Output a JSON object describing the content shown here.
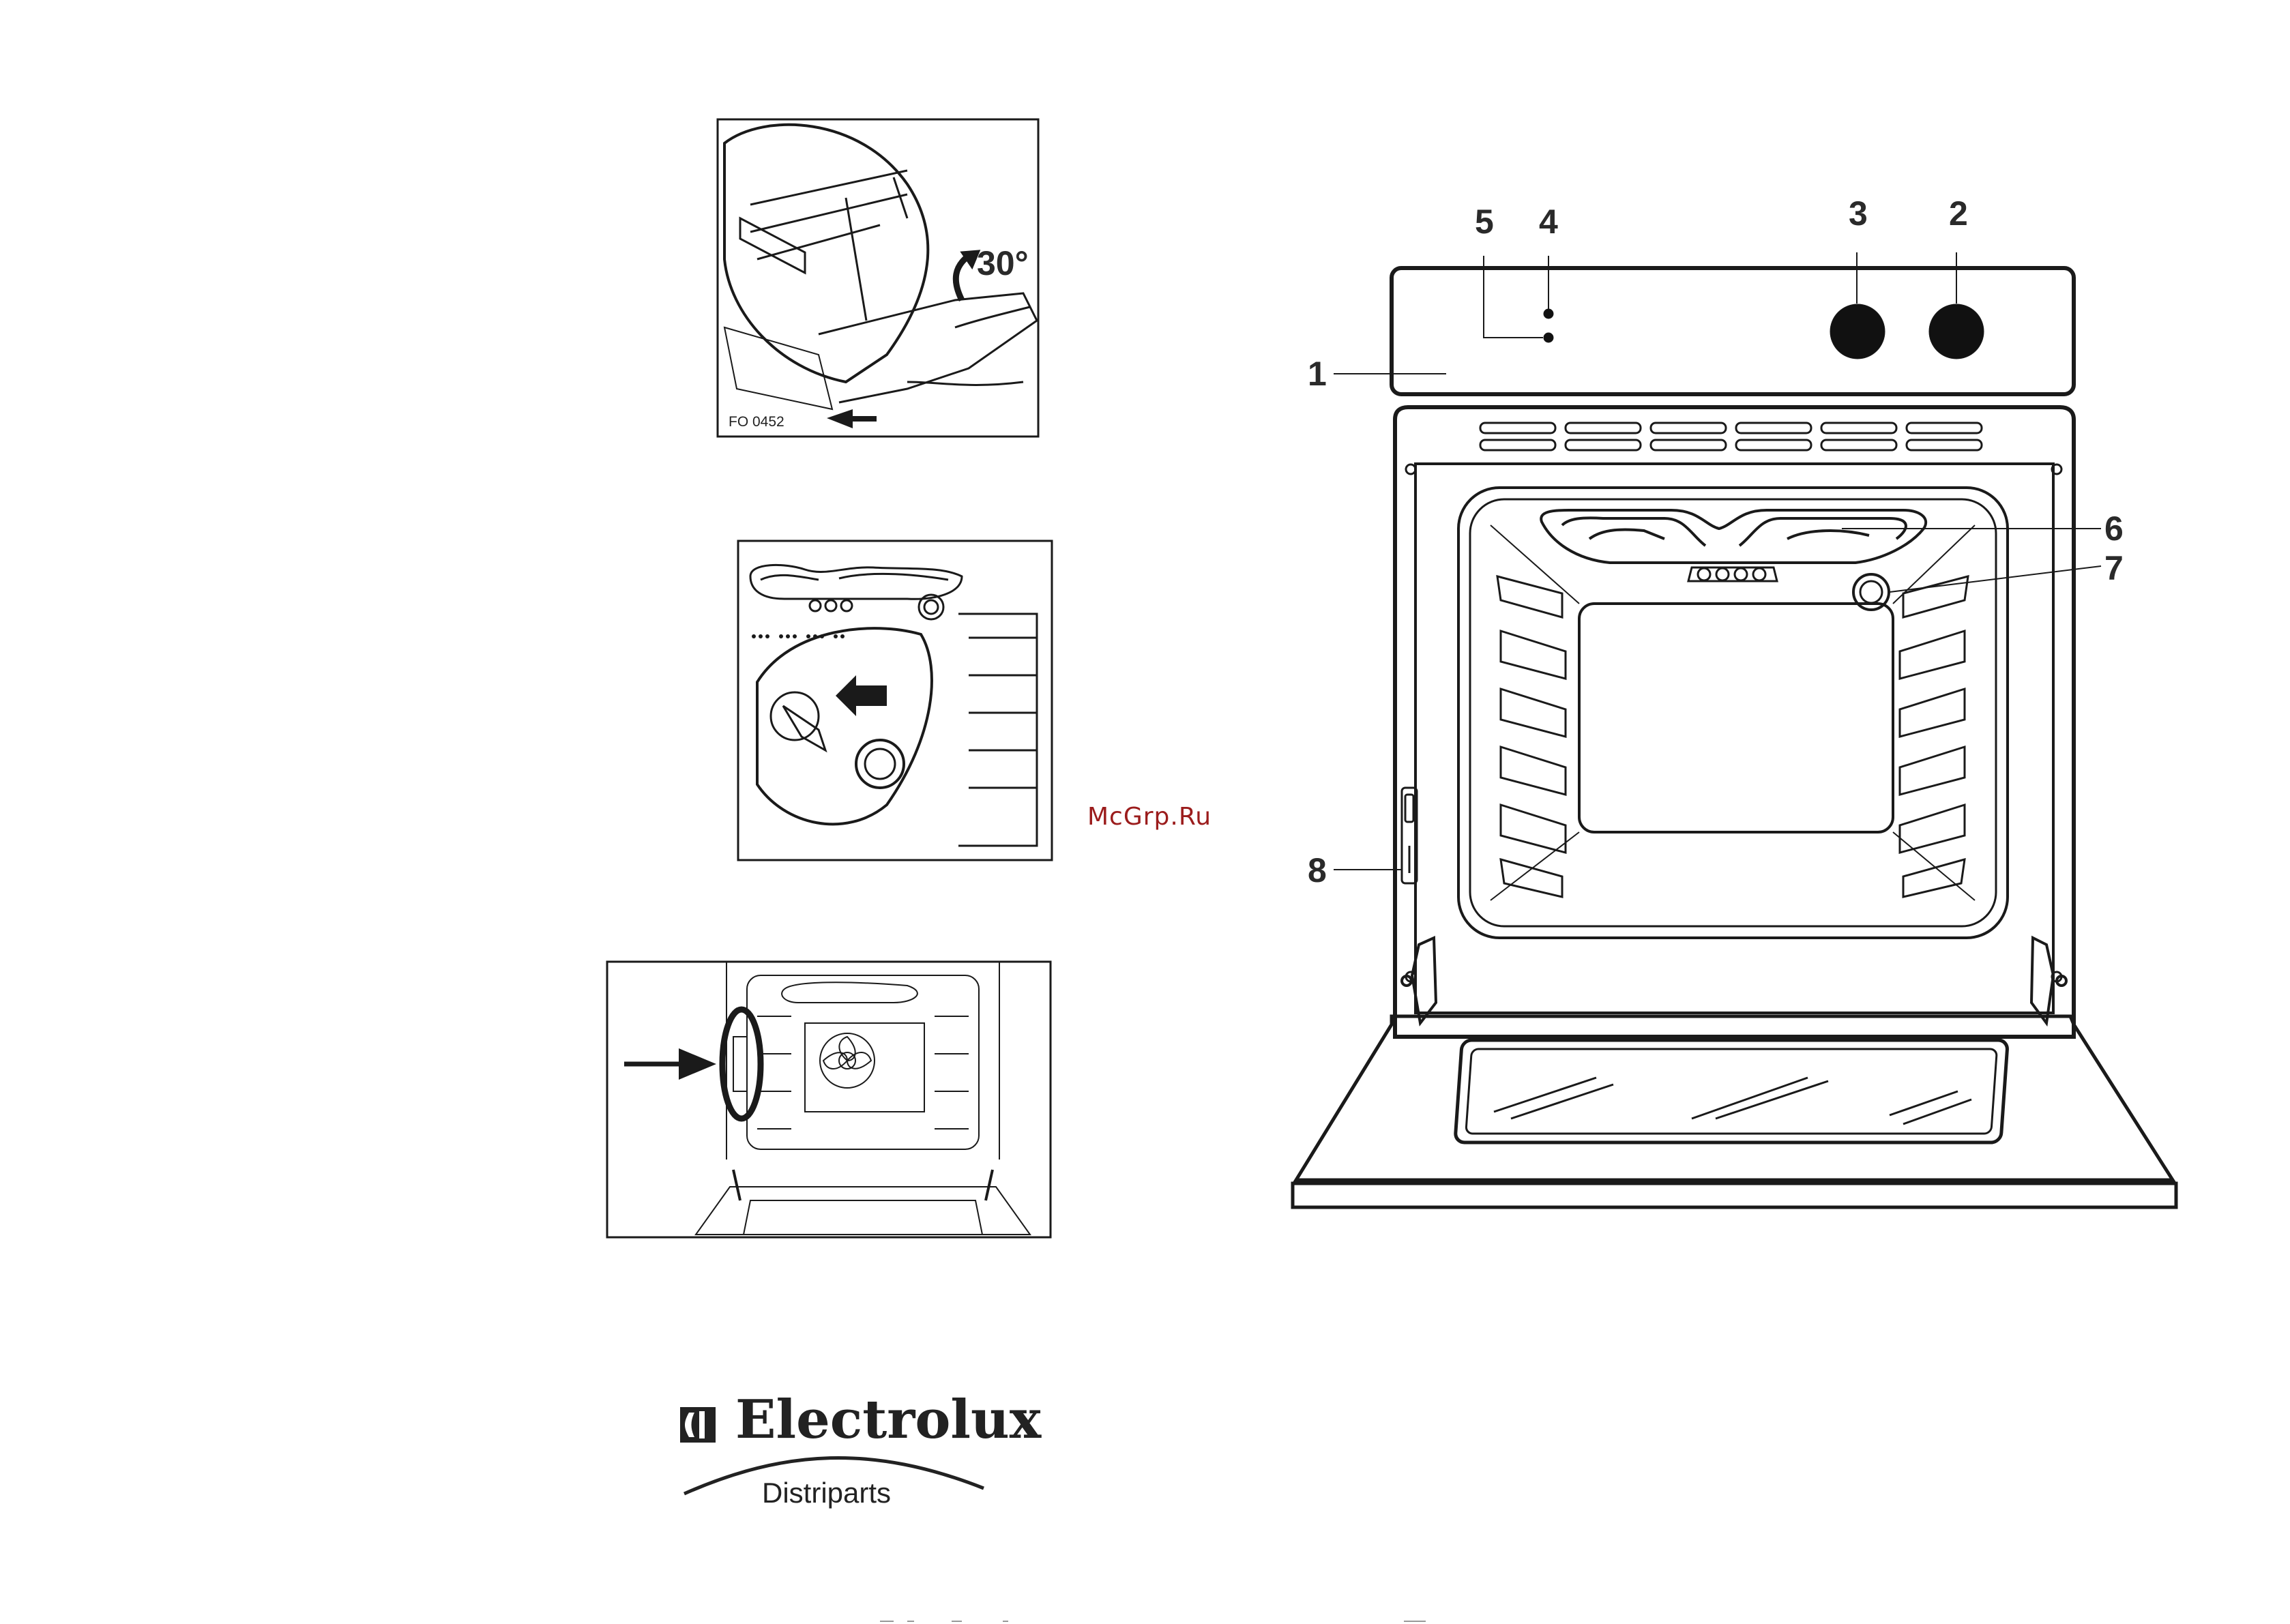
{
  "figure_a": {
    "code": "FO 0452",
    "angle": "30°"
  },
  "callouts": [
    "1",
    "2",
    "3",
    "4",
    "5",
    "6",
    "7",
    "8"
  ],
  "watermark": "McGrp.Ru",
  "brand": {
    "name": "Electrolux",
    "subtitle": "Distriparts",
    "logo": "electrolux-logo-icon"
  },
  "colors": {
    "ink": "#1a1a1a",
    "watermark": "#9b1c1c"
  }
}
